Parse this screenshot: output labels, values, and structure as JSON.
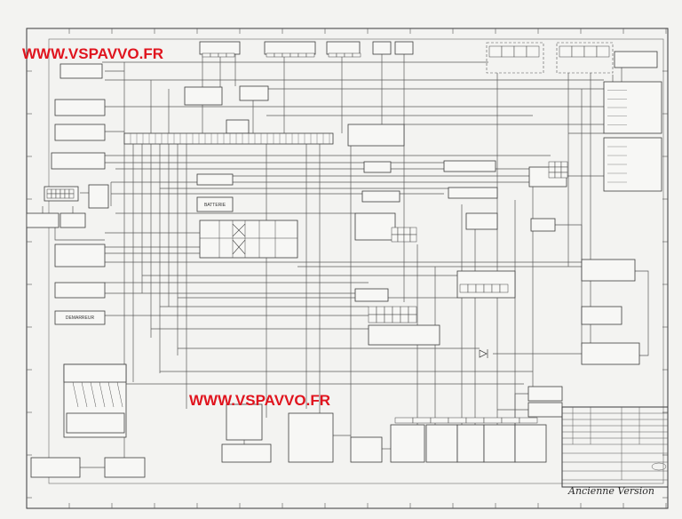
{
  "watermarks": [
    "WWW.VSPAVVO.FR",
    "WWW.VSPAVVO.FR"
  ],
  "watermark_color": "#e0141e",
  "labels": {
    "battery": "BATTERIE",
    "starter": "DEMARREUR"
  },
  "handwritten_note": "Ancienne Version"
}
